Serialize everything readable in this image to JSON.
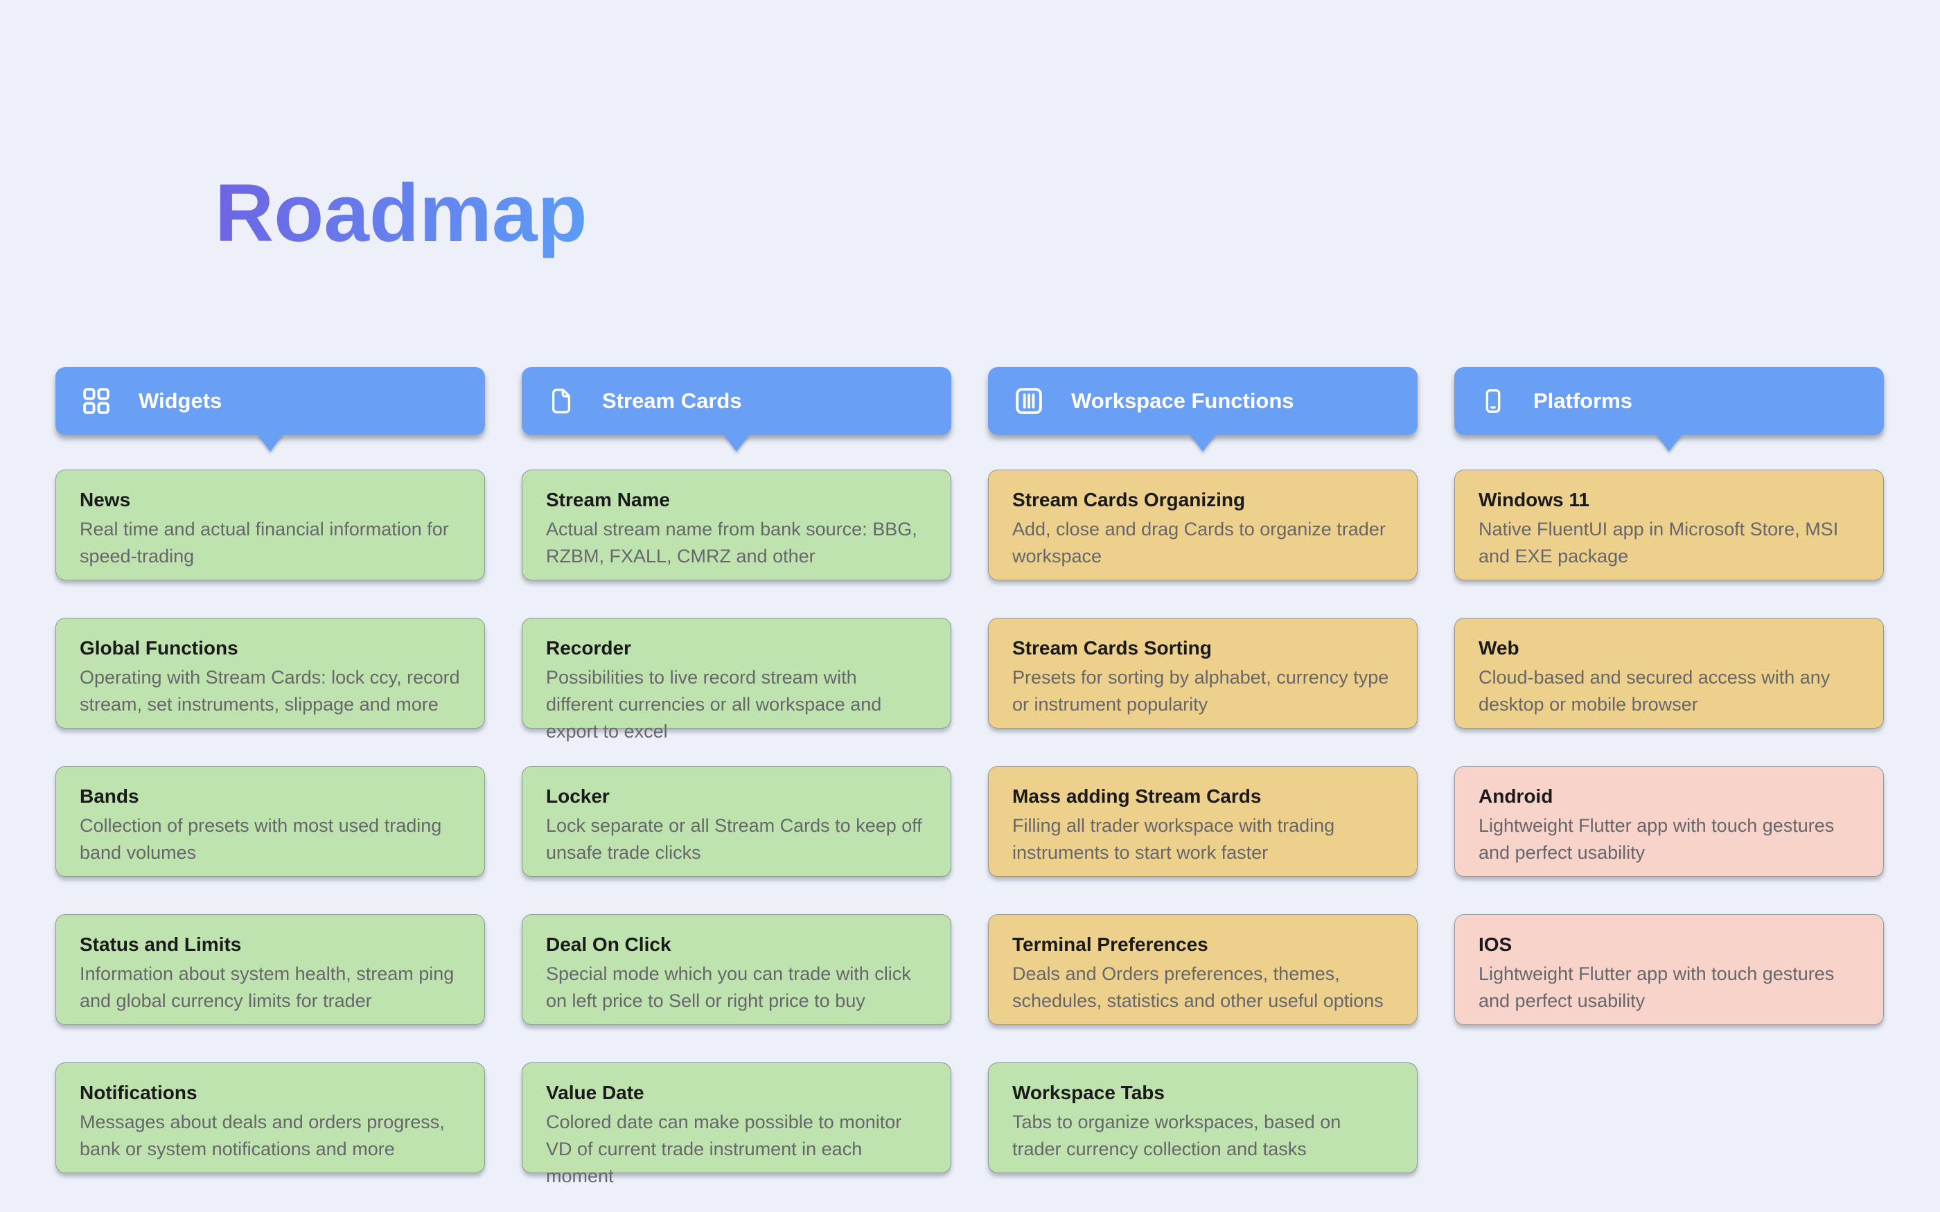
{
  "page": {
    "title": "Roadmap"
  },
  "colors": {
    "background": "#edf0f9",
    "header_blue": "#69a0f6",
    "green": "#bee3af",
    "orange": "#eed08d",
    "pink": "#f8d3ca",
    "title_from": "#6f63e3",
    "title_to": "#5b9ef6"
  },
  "columns": [
    {
      "label": "Widgets",
      "icon": "grid-icon",
      "cards": [
        {
          "title": "News",
          "description": "Real time and actual financial information for speed-trading",
          "color": "green"
        },
        {
          "title": "Global Functions",
          "description": "Operating with Stream Cards: lock ccy, record stream, set instruments, slippage and more",
          "color": "green"
        },
        {
          "title": "Bands",
          "description": "Collection of presets with most used trading band volumes",
          "color": "green"
        },
        {
          "title": "Status and Limits",
          "description": "Information about system health, stream ping and global currency limits for trader",
          "color": "green"
        },
        {
          "title": "Notifications",
          "description": "Messages about deals and orders progress, bank or system notifications and more",
          "color": "green"
        }
      ]
    },
    {
      "label": "Stream Cards",
      "icon": "document-icon",
      "cards": [
        {
          "title": "Stream Name",
          "description": "Actual stream name from bank source: BBG, RZBM, FXALL, CMRZ and other",
          "color": "green"
        },
        {
          "title": "Recorder",
          "description": "Possibilities to live record stream with different currencies or all workspace and export to excel",
          "color": "green"
        },
        {
          "title": "Locker",
          "description": "Lock separate or all Stream Cards to keep off unsafe trade clicks",
          "color": "green"
        },
        {
          "title": "Deal On Click",
          "description": "Special mode which you can trade with click on left price to Sell or right price to buy",
          "color": "green"
        },
        {
          "title": "Value Date",
          "description": "Colored date can make possible to monitor VD of current trade instrument in each moment",
          "color": "green"
        }
      ]
    },
    {
      "label": "Workspace Functions",
      "icon": "columns-icon",
      "cards": [
        {
          "title": "Stream Cards Organizing",
          "description": "Add, close and drag Cards to organize trader workspace",
          "color": "orange"
        },
        {
          "title": "Stream Cards Sorting",
          "description": "Presets for sorting by alphabet, currency type or instrument popularity",
          "color": "orange"
        },
        {
          "title": "Mass adding Stream Cards",
          "description": "Filling all trader workspace with trading instruments to start work faster",
          "color": "orange"
        },
        {
          "title": "Terminal Preferences",
          "description": "Deals and Orders preferences, themes, schedules, statistics and other useful options",
          "color": "orange"
        },
        {
          "title": "Workspace Tabs",
          "description": "Tabs to organize workspaces, based on trader currency collection and tasks",
          "color": "green"
        }
      ]
    },
    {
      "label": "Platforms",
      "icon": "smartphone-icon",
      "cards": [
        {
          "title": "Windows 11",
          "description": "Native FluentUI app in Microsoft Store, MSI and EXE package",
          "color": "orange"
        },
        {
          "title": "Web",
          "description": "Cloud-based and secured access with any desktop or mobile browser",
          "color": "orange"
        },
        {
          "title": "Android",
          "description": "Lightweight Flutter app with touch gestures and perfect usability",
          "color": "pink"
        },
        {
          "title": "IOS",
          "description": "Lightweight Flutter app with touch gestures and perfect usability",
          "color": "pink"
        }
      ]
    }
  ]
}
